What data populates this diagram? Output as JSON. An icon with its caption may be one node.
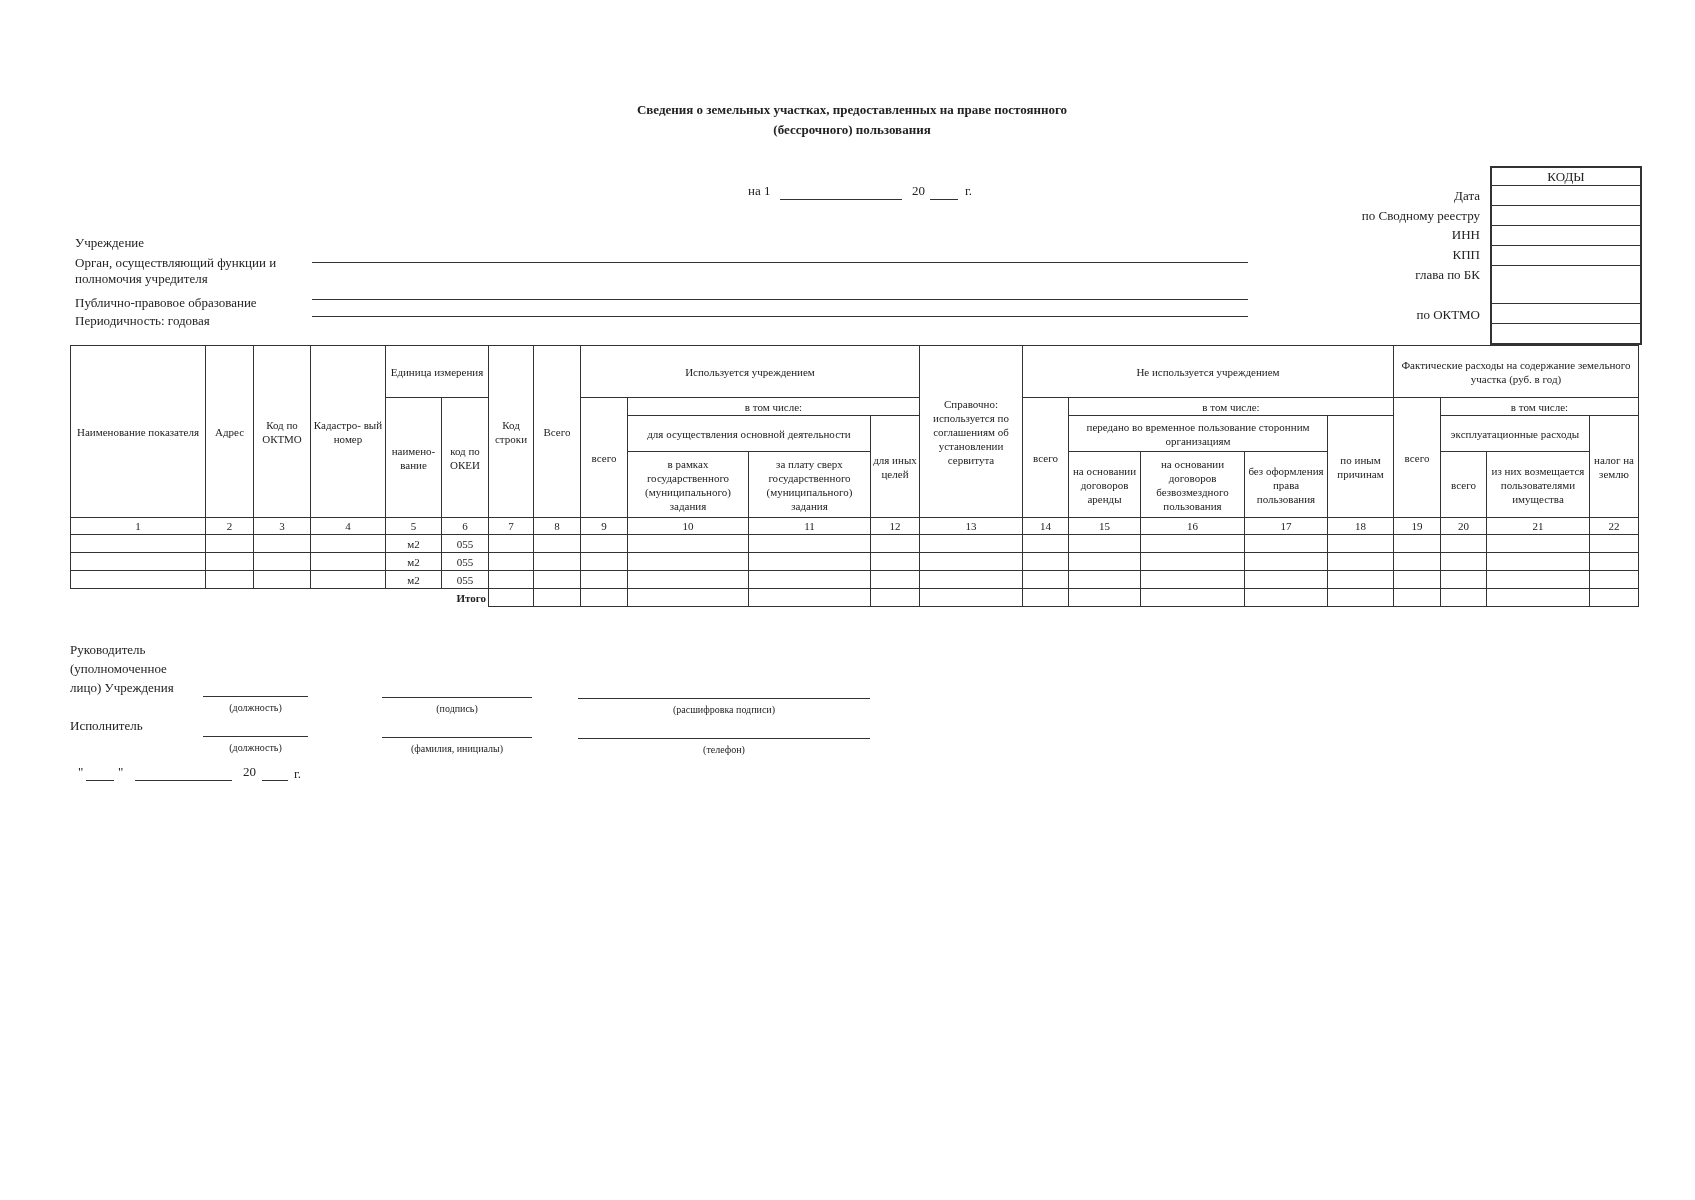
{
  "diagram": {
    "title": "Сведения о земельных участках, предоставленных на праве постоянного (бессрочного) пользования",
    "labels": [
      "на 1",
      "20",
      "г.",
      "КОДЫ",
      "Дата",
      "по Сводному реестру",
      "ИНН",
      "КПП",
      "глава по БК",
      "Учреждение",
      "Орган, осуществляющий функции и полномочия учредителя",
      "Публично-правовое образование",
      "Периодичность: годовая",
      "по ОКТМО",
      "Наименование показателя",
      "Адрес",
      "Код по ОКТМО",
      "Кадастро- вый номер",
      "Единица измерения",
      "Код строки",
      "Всего",
      "Используется учреждением",
      "Справочно: используется по соглашениям об установлении сервитута",
      "Не используется учреждением",
      "Фактические расходы на содержание земельного участка (руб. в год)",
      "наимено- вание",
      "код по ОКЕИ",
      "всего",
      "в том числе:",
      "для осуществления основной деятельности",
      "для иных целей",
      "в рамках государственного (муниципального) задания",
      "за плату сверх государственного (муниципального) задания",
      "всего",
      "в том числе:",
      "передано во временное пользование сторонним организациям",
      "по иным причинам",
      "на основании договоров аренды",
      "на основании договоров безвозмездного пользования",
      "без оформления права пользования",
      "всего",
      "в том числе:",
      "эксплуатационные расходы",
      "налог на землю",
      "всего",
      "из них возмещается пользователями имущества",
      "1",
      "2",
      "3",
      "4",
      "5",
      "6",
      "7",
      "8",
      "9",
      "10",
      "11",
      "12",
      "13",
      "14",
      "15",
      "16",
      "17",
      "18",
      "19",
      "20",
      "21",
      "22",
      "м2",
      "055",
      "м2",
      "055",
      "м2",
      "055",
      "Итого",
      "Руководитель (уполномоченное лицо) Учреждения",
      "(должность)",
      "(подпись)",
      "(расшифровка подписи)",
      "Исполнитель",
      "(должность)",
      "(фамилия, инициалы)",
      "(телефон)",
      "\"",
      "\"",
      "20",
      "г."
    ]
  }
}
